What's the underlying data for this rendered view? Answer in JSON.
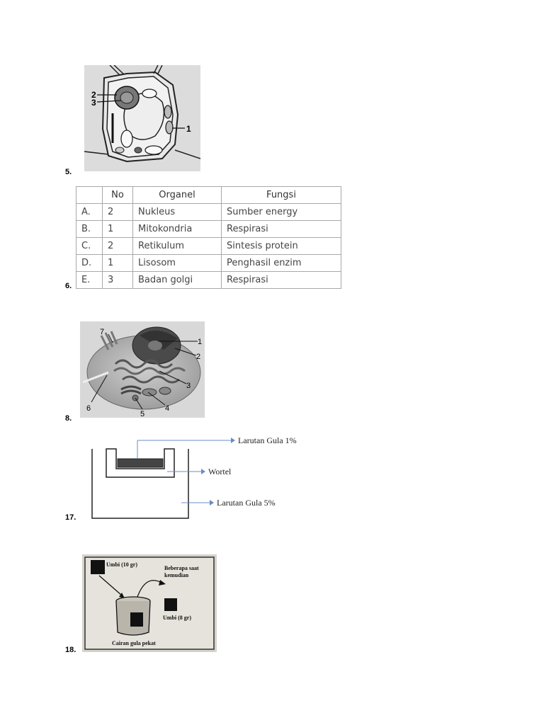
{
  "questions": {
    "q5": "5.",
    "q6": "6.",
    "q8": "8.",
    "q17": "17.",
    "q18": "18."
  },
  "fig5": {
    "labels": [
      "2",
      "3",
      "1"
    ]
  },
  "table6": {
    "headers": [
      "",
      "No",
      "Organel",
      "Fungsi"
    ],
    "rows": [
      [
        "A.",
        "2",
        "Nukleus",
        "Sumber energy"
      ],
      [
        "B.",
        "1",
        "Mitokondria",
        "Respirasi"
      ],
      [
        "C.",
        "2",
        "Retikulum",
        "Sintesis protein"
      ],
      [
        "D.",
        "1",
        "Lisosom",
        "Penghasil enzim"
      ],
      [
        "E.",
        "3",
        "Badan golgi",
        "Respirasi"
      ]
    ]
  },
  "fig8": {
    "labels": [
      "7",
      "1",
      "2",
      "3",
      "4",
      "5",
      "6"
    ]
  },
  "fig17": {
    "label_top": "Larutan Gula 1%",
    "label_mid": "Wortel",
    "label_bottom": "Larutan Gula 5%"
  },
  "fig18": {
    "umbi_before": "Umbi (10 gr)",
    "caption_line1": "Beberapa saat",
    "caption_line2": "kemudian",
    "umbi_after": "Umbi (8 gr)",
    "container_label": "Cairan gula pekat"
  }
}
